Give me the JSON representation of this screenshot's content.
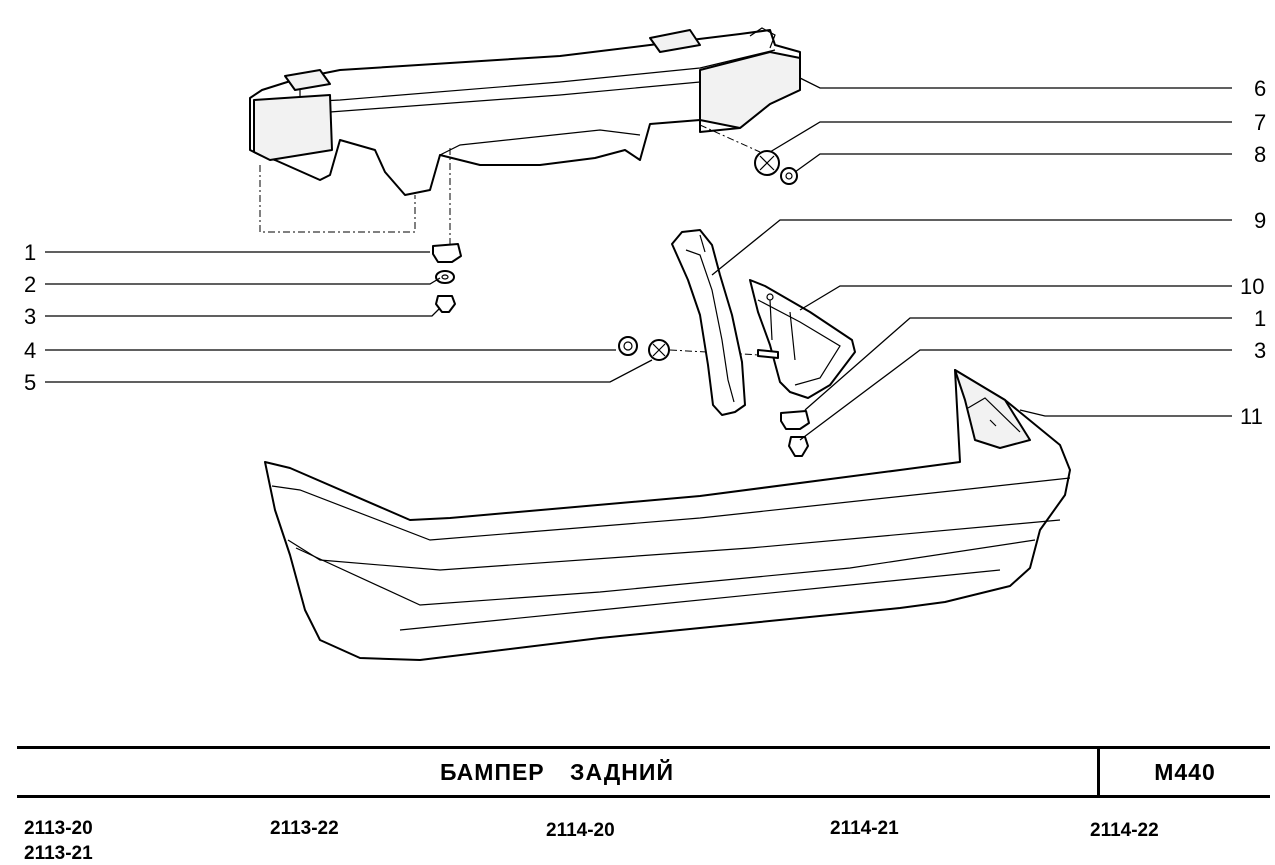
{
  "callouts": {
    "left": [
      "1",
      "2",
      "3",
      "4",
      "5"
    ],
    "right": [
      "6",
      "7",
      "8",
      "9",
      "10",
      "1",
      "3",
      "11"
    ]
  },
  "title_block": {
    "title": "БАМПЕР   ЗАДНИЙ",
    "code": "М440"
  },
  "models": [
    "2113-20",
    "2113-21",
    "2113-22",
    "2114-20",
    "2114-21",
    "2114-22"
  ]
}
